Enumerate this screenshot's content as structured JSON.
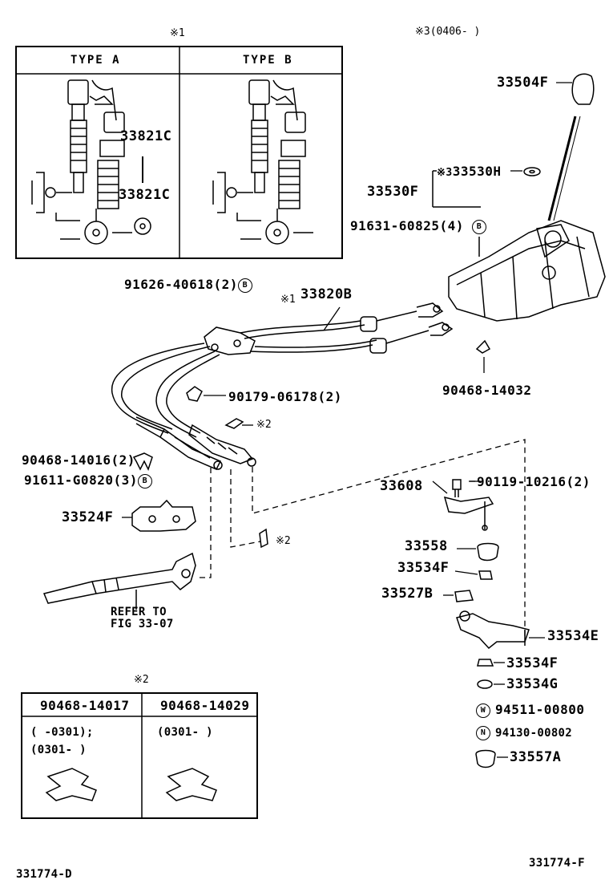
{
  "notes": {
    "n1_top": "※1",
    "n3_top": "※3(0406-    )",
    "n2_mid": "※2",
    "n2_lower": "※2",
    "n2_table": "※2",
    "n1_cable": "※1"
  },
  "inset": {
    "type_a": "TYPE  A",
    "type_b": "TYPE  B",
    "part_a1": "33821C",
    "part_a2": "33821C"
  },
  "parts": {
    "p33504F": "33504F",
    "p33530H": "33530H",
    "p33530H_prefix": "※3",
    "p33530F": "33530F",
    "p91631": "91631-60825(4)",
    "p91626": "91626-40618(2)",
    "p33820B": "33820B",
    "p90468_14032": "90468-14032",
    "p90179": "90179-06178(2)",
    "p90468_14016": "90468-14016(2)",
    "p91611": "91611-G0820(3)",
    "p33524F": "33524F",
    "p33608": "33608",
    "p90119": "90119-10216(2)",
    "p33558": "33558",
    "p33534F_a": "33534F",
    "p33527B": "33527B",
    "p33534E": "33534E",
    "p33534F_b": "33534F",
    "p33534G": "33534G",
    "p94511": "94511-00800",
    "p94130": "94130-00802",
    "p33557A": "33557A",
    "refer_line1": "REFER TO",
    "refer_line2": "FIG 33-07"
  },
  "circled": {
    "b": "B",
    "w": "W",
    "n": "N"
  },
  "table": {
    "col1_header": "90468-14017",
    "col2_header": "90468-14029",
    "col1_line1": "(     -0301);",
    "col1_line2": "(0301-     )",
    "col2_line1": "(0301-     )"
  },
  "footer": {
    "left_code": "331774-D",
    "right_code": "331774-F"
  }
}
